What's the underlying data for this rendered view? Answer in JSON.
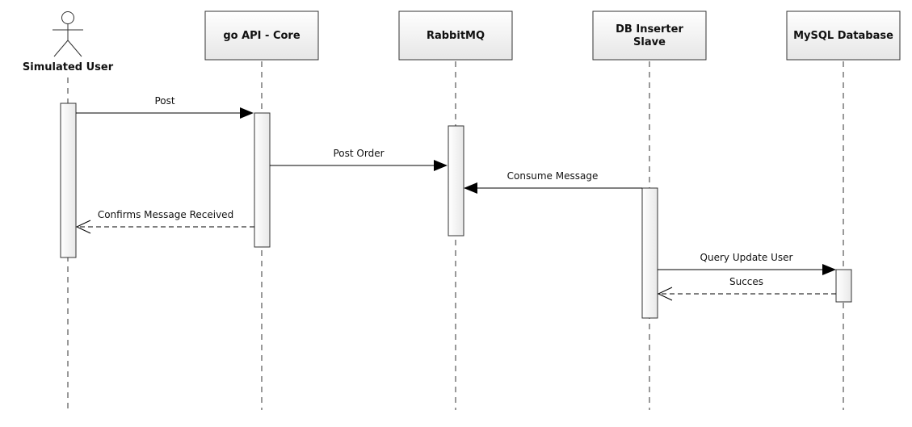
{
  "participants": [
    {
      "id": "user",
      "label": "Simulated User",
      "kind": "actor"
    },
    {
      "id": "api",
      "label": "go API - Core",
      "kind": "box"
    },
    {
      "id": "mq",
      "label": "RabbitMQ",
      "kind": "box"
    },
    {
      "id": "slave",
      "label": "DB Inserter Slave",
      "lines": [
        "DB Inserter",
        "Slave"
      ],
      "kind": "box"
    },
    {
      "id": "db",
      "label": "MySQL Database",
      "kind": "box"
    }
  ],
  "messages": [
    {
      "from": "user",
      "to": "api",
      "label": "Post",
      "style": "sync"
    },
    {
      "from": "api",
      "to": "mq",
      "label": "Post Order",
      "style": "sync"
    },
    {
      "from": "slave",
      "to": "mq",
      "label": "Consume Message",
      "style": "sync"
    },
    {
      "from": "api",
      "to": "user",
      "label": "Confirms Message Received",
      "style": "return"
    },
    {
      "from": "slave",
      "to": "db",
      "label": "Query Update User",
      "style": "sync"
    },
    {
      "from": "db",
      "to": "slave",
      "label": "Succes",
      "style": "return"
    }
  ]
}
